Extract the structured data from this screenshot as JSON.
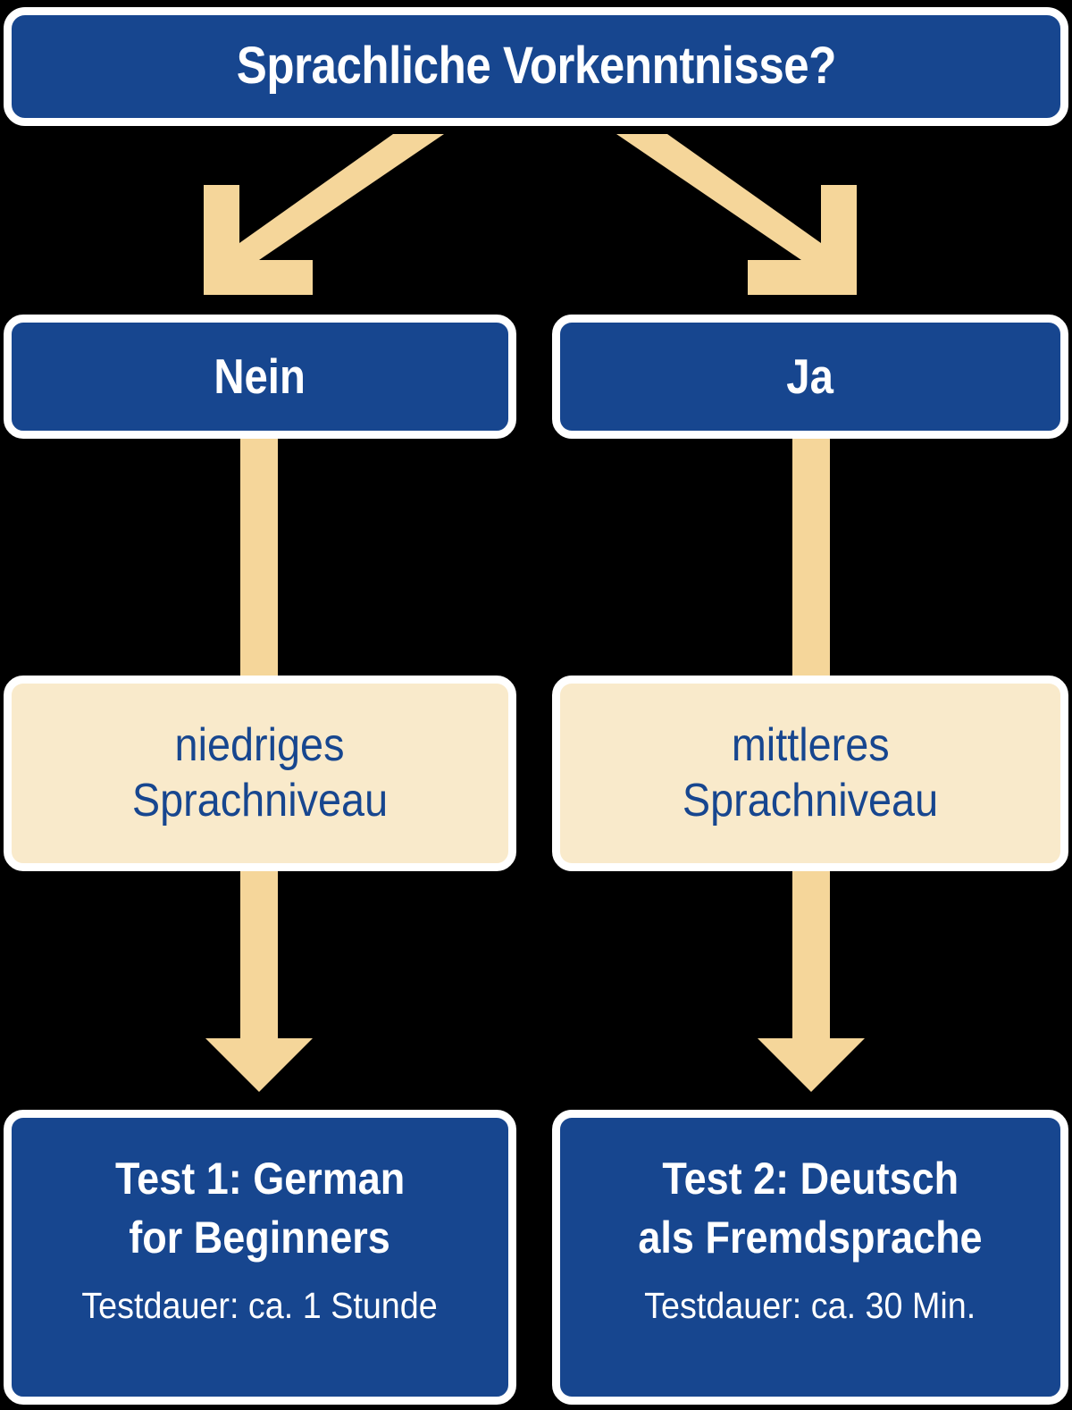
{
  "diagram": {
    "title_node": {
      "text": "Sprachliche Vorkenntnisse?"
    },
    "branches": [
      {
        "answer": "Nein",
        "level_line1": "niedriges",
        "level_line2": "Sprachniveau",
        "test_line1": "Test 1: German",
        "test_line2": "for Beginners",
        "duration": "Testdauer: ca. 1 Stunde"
      },
      {
        "answer": "Ja",
        "level_line1": "mittleres",
        "level_line2": "Sprachniveau",
        "test_line1": "Test 2: Deutsch",
        "test_line2": "als Fremdsprache",
        "duration": "Testdauer: ca. 30 Min."
      }
    ],
    "colors": {
      "background": "#000000",
      "box_blue": "#17468f",
      "box_cream": "#f9eacb",
      "arrow": "#f5d69a",
      "outline": "#ffffff",
      "text_on_blue": "#ffffff",
      "text_on_cream": "#17468f"
    }
  }
}
